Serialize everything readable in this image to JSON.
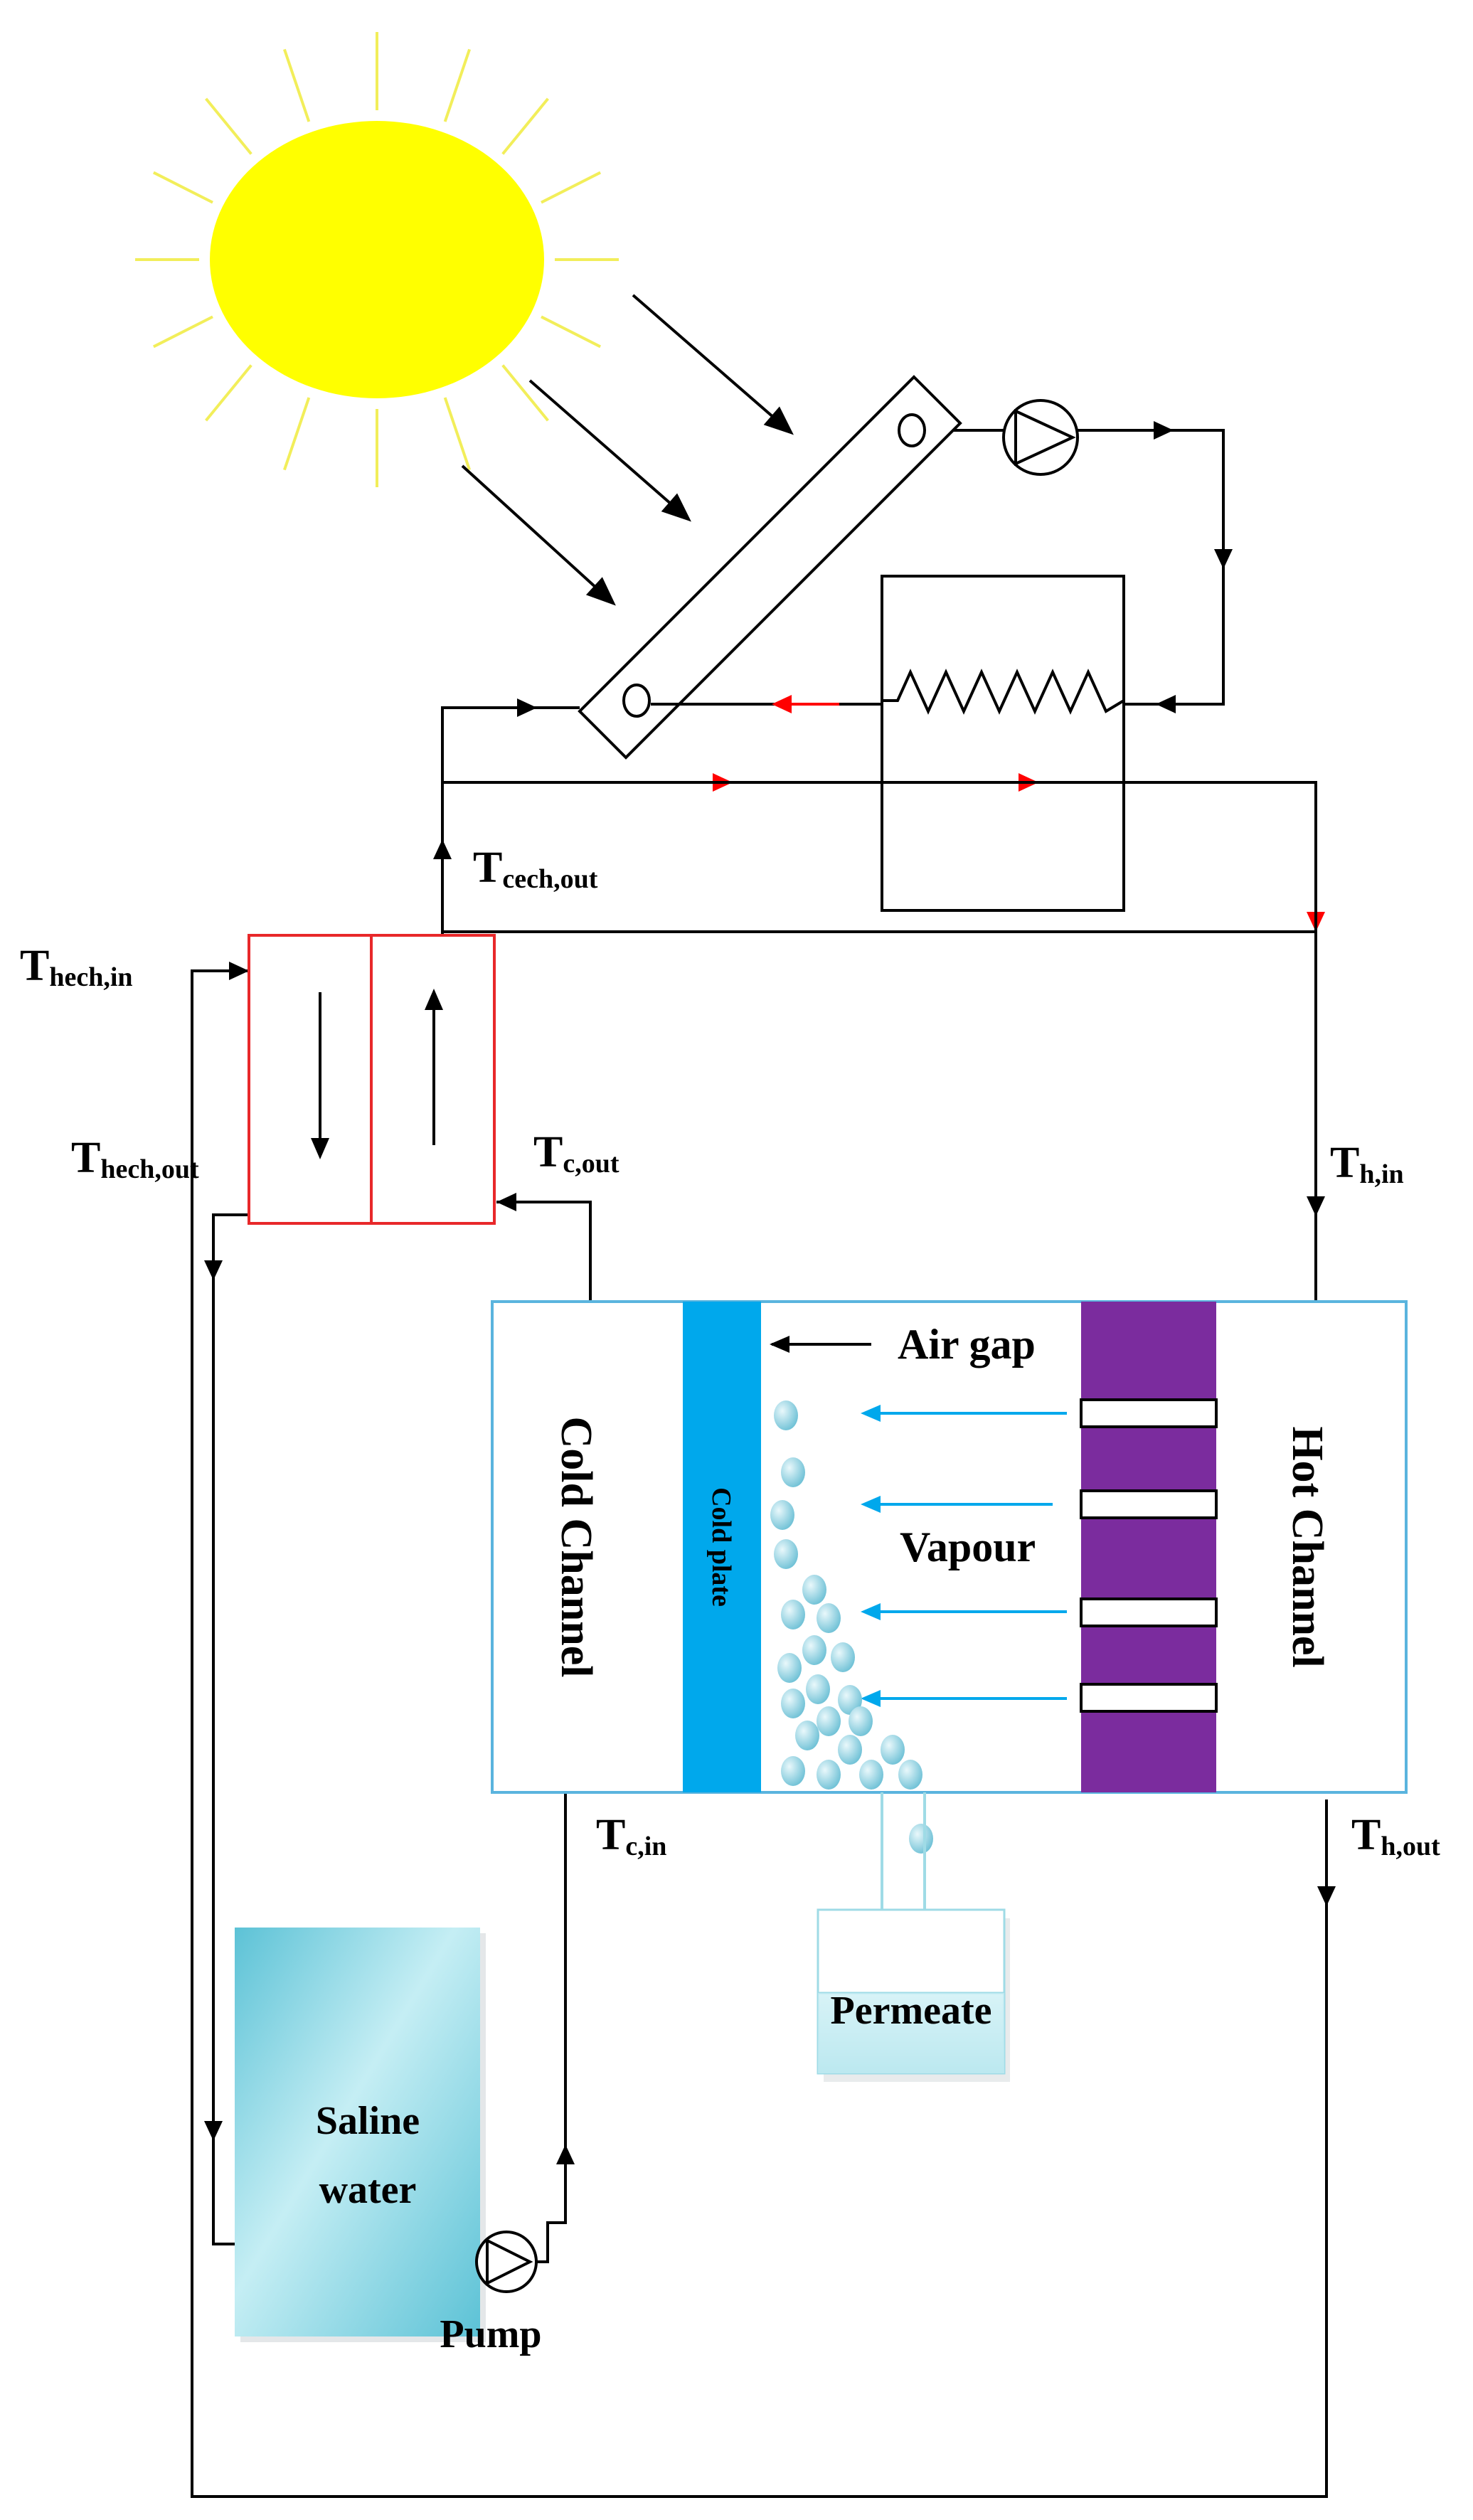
{
  "labels": {
    "t_cech_out": {
      "base": "T",
      "sub": "cech,out"
    },
    "t_hech_in": {
      "base": "T",
      "sub": "hech,in"
    },
    "t_hech_out": {
      "base": "T",
      "sub": "hech,out"
    },
    "t_c_out": {
      "base": "T",
      "sub": "c,out"
    },
    "t_h_in": {
      "base": "T",
      "sub": "h,in"
    },
    "t_c_in": {
      "base": "T",
      "sub": "c,in"
    },
    "t_h_out": {
      "base": "T",
      "sub": "h,out"
    },
    "air_gap": "Air gap",
    "vapour": "Vapour",
    "cold_channel": "Cold Channel",
    "hot_channel": "Hot Channel",
    "cold_plate": "Cold plate",
    "permeate": "Permeate",
    "saline_water_line1": "Saline",
    "saline_water_line2": "water",
    "pump": "Pump"
  },
  "colors": {
    "sun": "#ffff00",
    "hot_flow_arrow": "#ff0000",
    "heat_exchanger_outline": "#e8282a",
    "module_outline": "#5ab4de",
    "cold_plate": "#00a8ec",
    "membrane": "#7b2c9e",
    "vapour_arrow": "#00a8ec",
    "droplet": "#7ec9dd",
    "permeate_tank": "#bfe9ee",
    "saline_tank": "#7fd1de"
  }
}
